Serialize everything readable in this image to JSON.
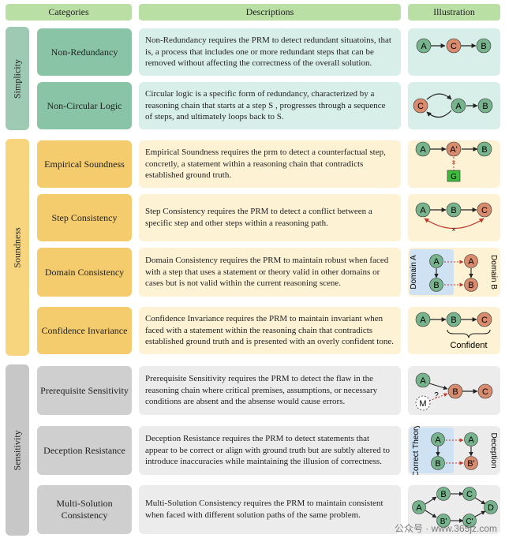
{
  "headers": {
    "categories": "Categories",
    "descriptions": "Descriptions",
    "illustration": "Illustration"
  },
  "groups": {
    "simplicity": "Simplicity",
    "soundness": "Soundness",
    "sensitivity": "Sensitivity"
  },
  "rows": [
    {
      "category": "Non-Redundancy",
      "description": "Non-Redundancy requires the PRM to detect redundant situatoins, that is, a process that includes one or more redundant steps that can be removed without affecting the correctness of the overall solution."
    },
    {
      "category": "Non-Circular Logic",
      "description": "Circular logic is a specific form of redundancy, characterized by a reasoning chain that starts at a step S , progresses through a sequence of steps, and ultimately loops back to S."
    },
    {
      "category": "Empirical Soundness",
      "description": "Empirical Soundness requires the prm to detect a counterfactual step, concretly, a statement within a reasoning chain that contradicts established ground truth."
    },
    {
      "category": "Step Consistency",
      "description": "Step Consistency requires the PRM to detect  a conflict between a specific step and other steps within a reasoning path."
    },
    {
      "category": "Domain Consistency",
      "description": "Domain Consistency requires the PRM to maintain robust when faced with a step that uses a statement or theory valid in other domains or cases but is not valid within the current reasoning scene."
    },
    {
      "category": "Confidence Invariance",
      "description": "Confidence Invariance requires the PRM to maintain invariant when faced with a statement within the reasoning chain that contradicts established ground truth and is presented with an overly confident tone."
    },
    {
      "category": "Prerequisite Sensitivity",
      "description": "Prerequisite Sensitivity requires the PRM to detect the flaw in the reasoning chain where critical premises, assumptions, or necessary conditions are absent and the absense would cause errors."
    },
    {
      "category": "Deception Resistance",
      "description": "Deception Resistance requires the PRM to detect statements that appear to be correct or align with ground truth but are subtly altered to introduce inaccuracies while maintaining the illusion of correctness."
    },
    {
      "category": "Multi-Solution Consistency",
      "description": "Multi-Solution Consistency requires the PRM to maintain consistent when faced with different solution paths of the same problem."
    }
  ],
  "illustration_labels": {
    "node_a": "A",
    "node_b": "B",
    "node_c": "C",
    "node_d": "D",
    "node_a_prime": "A'",
    "node_b_prime": "B'",
    "node_c_prime": "C'",
    "node_g": "G",
    "node_m": "M",
    "question": "?",
    "cross": "×",
    "domain_a": "Domain A",
    "domain_b": "Domain B",
    "correct_theory": "Correct Theory",
    "deception": "Deception",
    "confident": "Confident"
  },
  "colors": {
    "green_node": "#77b48e",
    "red_node": "#d98b6e",
    "ground_truth": "#3dbb3d"
  },
  "watermark": "公众号 · www.365jz.com"
}
